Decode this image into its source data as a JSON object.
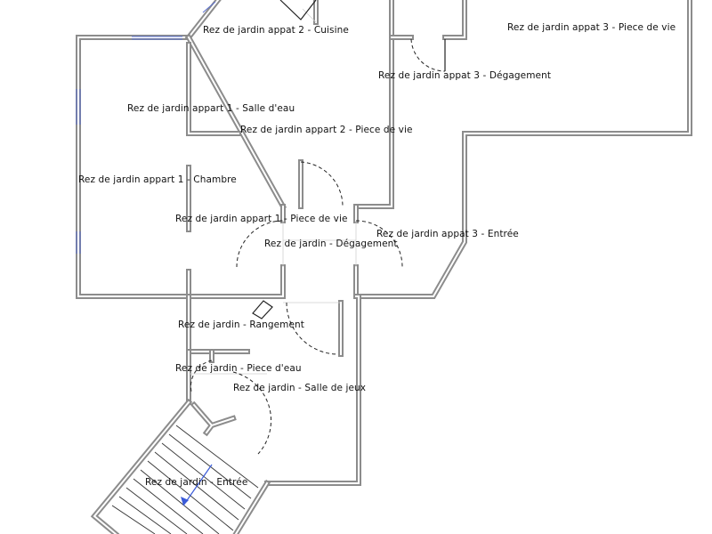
{
  "plan": {
    "rooms": [
      {
        "id": "r1",
        "label": "Rez de jardin appat 2 - Cuisine"
      },
      {
        "id": "r2",
        "label": "Rez de jardin appat 3 - Piece de vie"
      },
      {
        "id": "r3",
        "label": "Rez de jardin appat 3 - Dégagement"
      },
      {
        "id": "r4",
        "label": "Rez de jardin appart 1 - Salle d'eau"
      },
      {
        "id": "r5",
        "label": "Rez de jardin appart 2 - Piece de vie"
      },
      {
        "id": "r6",
        "label": "Rez de jardin appart 1 - Chambre"
      },
      {
        "id": "r7",
        "label": "Rez de jardin appart 1 - Piece de vie"
      },
      {
        "id": "r8",
        "label": "Rez de jardin appat 3 - Entrée"
      },
      {
        "id": "r9",
        "label": "Rez de jardin - Dégagement"
      },
      {
        "id": "r10",
        "label": "Rez de jardin - Rangement"
      },
      {
        "id": "r11",
        "label": "Rez de jardin - Piece d'eau"
      },
      {
        "id": "r12",
        "label": "Rez de jardin - Salle de jeux"
      },
      {
        "id": "r13",
        "label": "Rez de jardin - Entrée"
      }
    ],
    "colors": {
      "wall": "#8c8c8c",
      "text": "#111111",
      "arrow": "#3a5bd9"
    }
  }
}
